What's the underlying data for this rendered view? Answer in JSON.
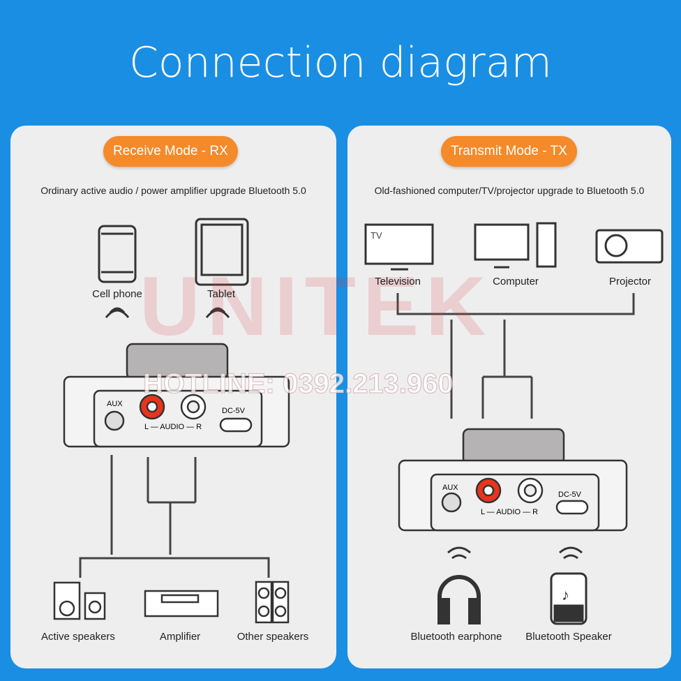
{
  "title": "Connection diagram",
  "left": {
    "mode": "Receive Mode - RX",
    "subtitle": "Ordinary active audio / power amplifier upgrade Bluetooth 5.0",
    "sources": [
      "Cell phone",
      "Tablet"
    ],
    "device": {
      "aux": "AUX",
      "audio": "L — AUDIO — R",
      "dc": "DC-5V"
    },
    "outputs": [
      "Active speakers",
      "Amplifier",
      "Other speakers"
    ]
  },
  "right": {
    "mode": "Transmit Mode - TX",
    "subtitle": "Old-fashioned computer/TV/projector upgrade to Bluetooth 5.0",
    "sources": [
      "Television",
      "Computer",
      "Projector"
    ],
    "tv_text": "TV",
    "device": {
      "aux": "AUX",
      "audio": "L — AUDIO — R",
      "dc": "DC-5V"
    },
    "outputs": [
      "Bluetooth earphone",
      "Bluetooth Speaker"
    ]
  },
  "watermark": {
    "brand": "UNITEK",
    "hotline": "HOTLINE: 0392.213.960"
  },
  "colors": {
    "background": "#1a8ee2",
    "panel": "#eeeeef",
    "accent": "#f58a2a",
    "rca_red": "#e8341c"
  }
}
